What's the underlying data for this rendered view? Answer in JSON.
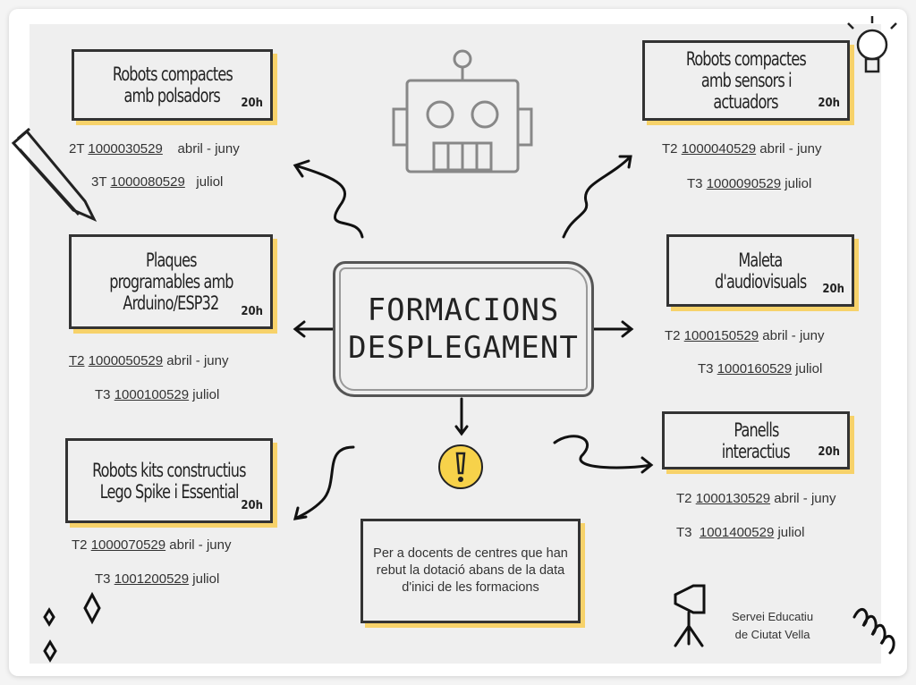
{
  "center": {
    "line1": "FORMACIONS",
    "line2": "DESPLEGAMENT"
  },
  "courses": [
    {
      "title1": "Robots compactes",
      "title2": "amb polsadors",
      "title3": "",
      "hours": "20h",
      "sessions": [
        {
          "term": "2T",
          "code": "1000030529",
          "period": "abril - juny"
        },
        {
          "term": "3T",
          "code": "1000080529",
          "period": "juliol"
        }
      ]
    },
    {
      "title1": "Robots compactes",
      "title2": "amb sensors i",
      "title3": "actuadors",
      "hours": "20h",
      "sessions": [
        {
          "term": "T2",
          "code": "1000040529",
          "period": "abril - juny"
        },
        {
          "term": "T3",
          "code": "1000090529",
          "period": "juliol"
        }
      ]
    },
    {
      "title1": "Plaques",
      "title2": "programables amb",
      "title3": "Arduino/ESP32",
      "hours": "20h",
      "sessions": [
        {
          "term": "T2",
          "code": "1000050529",
          "period": "abril - juny"
        },
        {
          "term": "T3",
          "code": "1000100529",
          "period": "juliol"
        }
      ]
    },
    {
      "title1": "Maleta",
      "title2": "d'audiovisuals",
      "title3": "",
      "hours": "20h",
      "sessions": [
        {
          "term": "T2",
          "code": "1000150529",
          "period": "abril - juny"
        },
        {
          "term": "T3",
          "code": "1000160529",
          "period": "juliol"
        }
      ]
    },
    {
      "title1": "Robots kits constructius",
      "title2": "Lego Spike i Essential",
      "title3": "",
      "hours": "20h",
      "sessions": [
        {
          "term": "T2",
          "code": "1000070529",
          "period": "abril - juny"
        },
        {
          "term": "T3",
          "code": "1001200529",
          "period": "juliol"
        }
      ]
    },
    {
      "title1": "Panells",
      "title2": "interactius",
      "title3": "",
      "hours": "20h",
      "sessions": [
        {
          "term": "T2",
          "code": "1000130529",
          "period": "abril - juny"
        },
        {
          "term": "T3",
          "code": "1001400529",
          "period": "juliol"
        }
      ]
    }
  ],
  "note": "Per a docents de centres que han rebut la dotació abans de la data d'inici de les formacions",
  "signature": {
    "line1": "Servei Educatiu",
    "line2": "de Ciutat Vella"
  },
  "colors": {
    "accent": "#f7d26a",
    "ink": "#333333",
    "panel": "#efefef"
  }
}
